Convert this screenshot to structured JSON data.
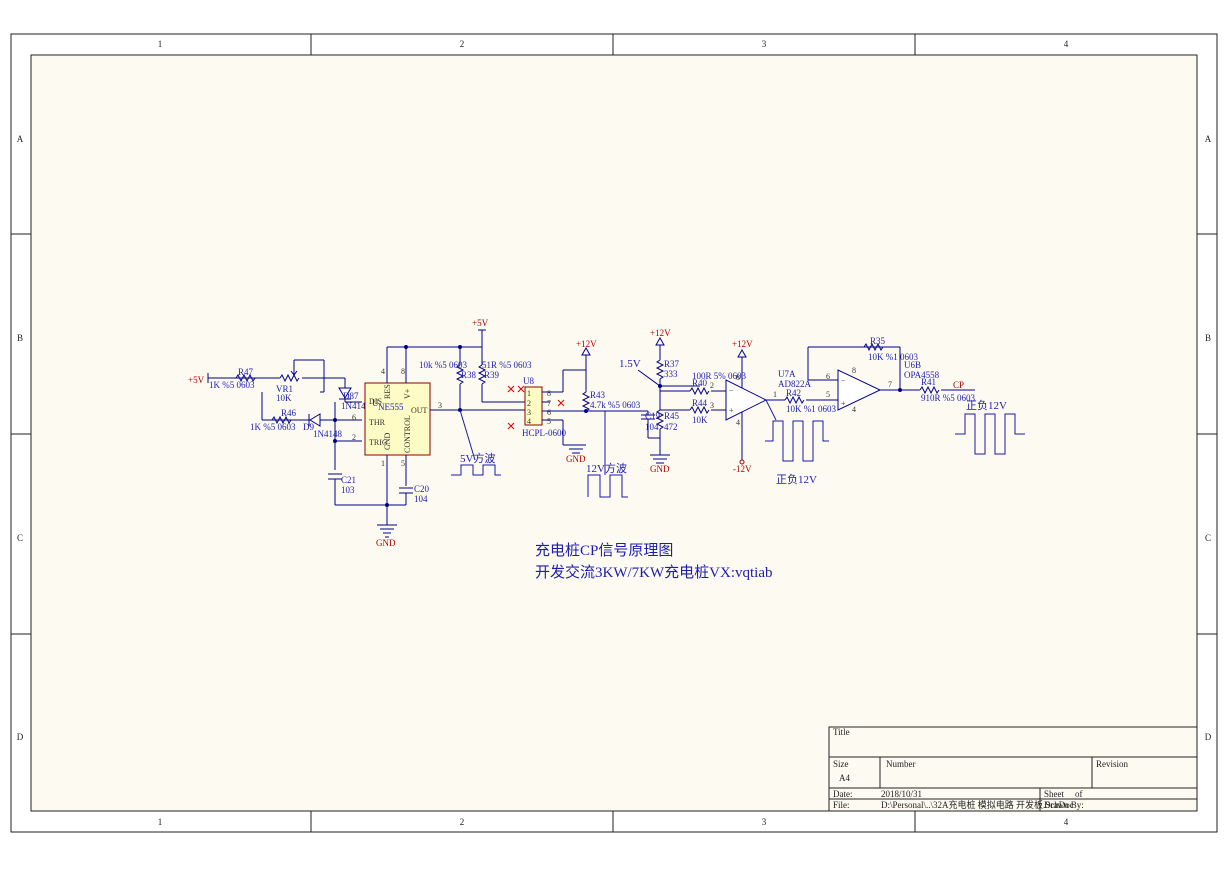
{
  "border": {
    "columns": [
      "1",
      "2",
      "3",
      "4"
    ],
    "rows": [
      "A",
      "B",
      "C",
      "D"
    ]
  },
  "title_text": {
    "line1": "充电桩CP信号原理图",
    "line2": "开发交流3KW/7KW充电桩VX:vqtiab"
  },
  "power": {
    "p5v_left": "+5V",
    "p5v_top": "+5V",
    "p12v_a": "+12V",
    "p12v_b": "+12V",
    "p12v_c": "+12V",
    "n12v": "-12V",
    "gnd1": "GND",
    "gnd2": "GND",
    "gnd3": "GND",
    "v15": "1.5V"
  },
  "components": {
    "R47": {
      "ref": "R47",
      "val": "1K %5 0603"
    },
    "VR1": {
      "ref": "VR1",
      "val": "10K"
    },
    "D87": {
      "ref": "D87",
      "val": "1N4148"
    },
    "R46": {
      "ref": "R46",
      "val": "1K %5 0603"
    },
    "D9": {
      "ref": "D9",
      "val": "1N4148"
    },
    "C21": {
      "ref": "C21",
      "val": "103"
    },
    "C20": {
      "ref": "C20",
      "val": "104"
    },
    "U555": {
      "ref": "U",
      "val": "NE555",
      "pin_dis": "DIS",
      "pin_thr": "THR",
      "pin_trig": "TRIG",
      "pin_res": "RES",
      "pin_vplus": "V+",
      "pin_out": "OUT",
      "pin_gnd": "GND",
      "pin_ctrl": "CONTROL"
    },
    "R38": {
      "ref": "R38",
      "val": "10k %5 0603"
    },
    "R39": {
      "ref": "R39",
      "val": "51R %5 0603"
    },
    "U8": {
      "ref": "U8",
      "val": "HCPL-0600"
    },
    "R43": {
      "ref": "R43",
      "val": "4.7k %5 0603"
    },
    "C19": {
      "ref": "C19",
      "val": "104"
    },
    "R45": {
      "ref": "R45",
      "val": "472"
    },
    "R37": {
      "ref": "R37",
      "val": "333"
    },
    "R40": {
      "ref": "R40",
      "val": "100R 5% 0603"
    },
    "R44": {
      "ref": "R44",
      "val": "10K"
    },
    "U7A": {
      "ref": "U7A",
      "val": "AD822A"
    },
    "R42": {
      "ref": "R42",
      "val": "10K %1 0603"
    },
    "R35": {
      "ref": "R35",
      "val": "10K %1 0603"
    },
    "U6B": {
      "ref": "U6B",
      "val": "OPA4558"
    },
    "R41": {
      "ref": "R41",
      "val": "910R %5 0603"
    },
    "CP": {
      "ref": "CP"
    }
  },
  "waveforms": {
    "w5v": "5V方波",
    "w12v": "12V方波",
    "wpm1": "正负12V",
    "wpm2": "正负12V"
  },
  "title_block": {
    "title_label": "Title",
    "size_label": "Size",
    "size_value": "A4",
    "number_label": "Number",
    "revision_label": "Revision",
    "date_label": "Date:",
    "date_value": "2018/10/31",
    "sheet_label": "Sheet",
    "of_label": "of",
    "file_label": "File:",
    "file_value": "D:\\Personal\\..\\32A充电桩 模拟电路 开发板.SchDoc",
    "drawn_label": "Drawn By:"
  }
}
